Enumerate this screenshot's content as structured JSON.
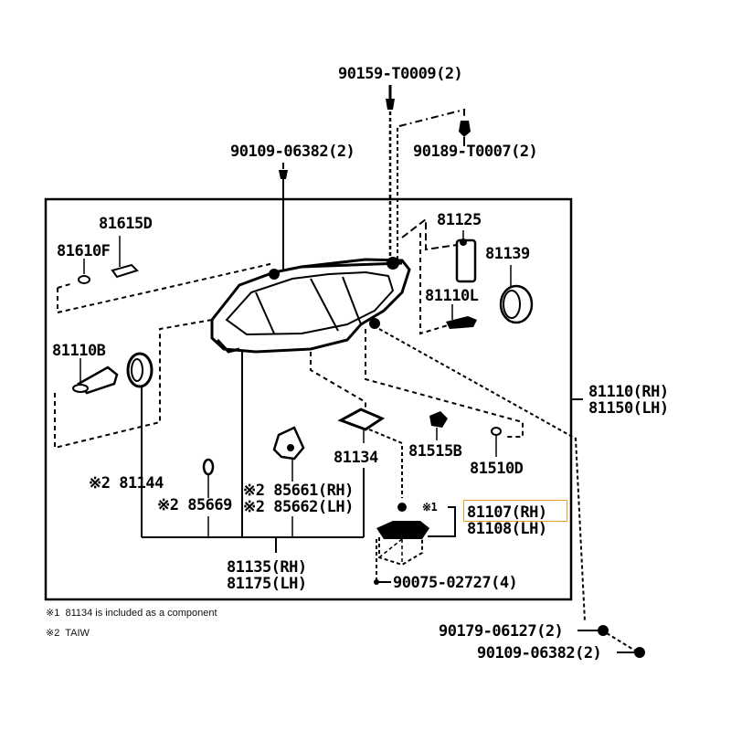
{
  "diagram": {
    "title": "Headlamp assembly parts diagram",
    "highlight_color": "#e8a020",
    "parts": {
      "p90159": "90159-T0009(2)",
      "p90189": "90189-T0007(2)",
      "p90109_top": "90109-06382(2)",
      "p81615D": "81615D",
      "p81610F": "81610F",
      "p81125": "81125",
      "p81139": "81139",
      "p81110L": "81110L",
      "p81110B": "81110B",
      "p81110": "81110(RH)",
      "p81150": "81150(LH)",
      "p81144": "※2 81144",
      "p85669": "※2 85669",
      "p85661": "※2 85661(RH)",
      "p85662": "※2 85662(LH)",
      "p81134": "81134",
      "p81515B": "81515B",
      "p81510D": "81510D",
      "p81107_mark": "※1",
      "p81107": "81107(RH)",
      "p81108": "81108(LH)",
      "p81135": "81135(RH)",
      "p81175": "81175(LH)",
      "p90075": "90075-02727(4)",
      "p90179": "90179-06127(2)",
      "p90109_bottom": "90109-06382(2)"
    },
    "notes": [
      "※1  81134 is included as a component",
      "※2  TAIW"
    ]
  }
}
